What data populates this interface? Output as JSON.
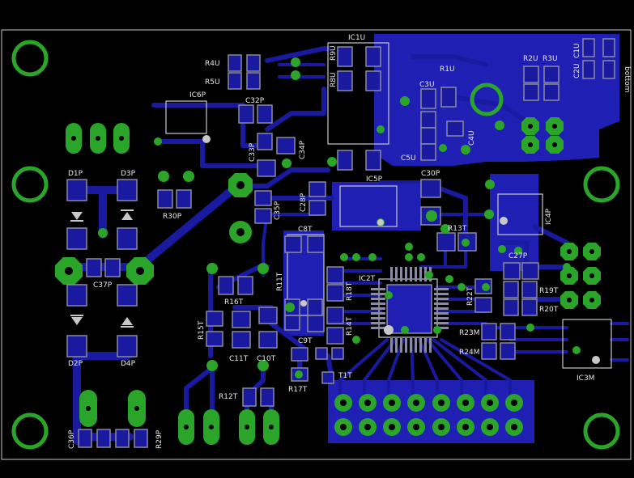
{
  "colors": {
    "background": "#000000",
    "copper_bottom": "#1a1aa0",
    "copper_pour": "#1f1fb4",
    "pad": "#8a8aa0",
    "via": "#2aa52a",
    "silk": "#e8e8e8",
    "outline": "#c8c8c8"
  },
  "labels": {
    "ic1u": "IC1U",
    "r4u": "R4U",
    "r5u": "R5U",
    "r9u": "R9U",
    "r8u": "R8U",
    "r1u": "R1U",
    "c3u": "C3U",
    "c5u": "C5U",
    "c4u": "C4U",
    "r2u": "R2U",
    "r3u": "R3U",
    "c1u": "C1U",
    "c2u": "C2U",
    "bottom": "bottom",
    "ic6p": "IC6P",
    "c32p": "C32P",
    "c33p": "C33P",
    "c34p": "C34P",
    "c35p": "C35P",
    "c28p": "C28P",
    "ic5p": "IC5P",
    "c30p": "C30P",
    "ic4p": "IC4P",
    "c27p": "C27P",
    "d1p": "D1P",
    "d3p": "D3P",
    "d2p": "D2P",
    "d4p": "D4P",
    "c37p": "C37P",
    "r30p": "R30P",
    "c36p": "C36P",
    "r29p": "R29P",
    "c8t": "C8T",
    "c9t": "C9T",
    "r11t": "R11T",
    "r16t": "R16T",
    "r15t": "R15T",
    "c11t": "C11T",
    "c10t": "C10T",
    "r12t": "R12T",
    "r17t": "R17T",
    "t1t": "T1T",
    "r18t": "R18T",
    "r14t": "R14T",
    "ic2t": "IC2T",
    "r13t": "R13T",
    "r22t": "R22T",
    "r19t": "R19T",
    "r20t": "R20T",
    "r23m": "R23M",
    "r24m": "R24M",
    "ic3m": "IC3M"
  }
}
